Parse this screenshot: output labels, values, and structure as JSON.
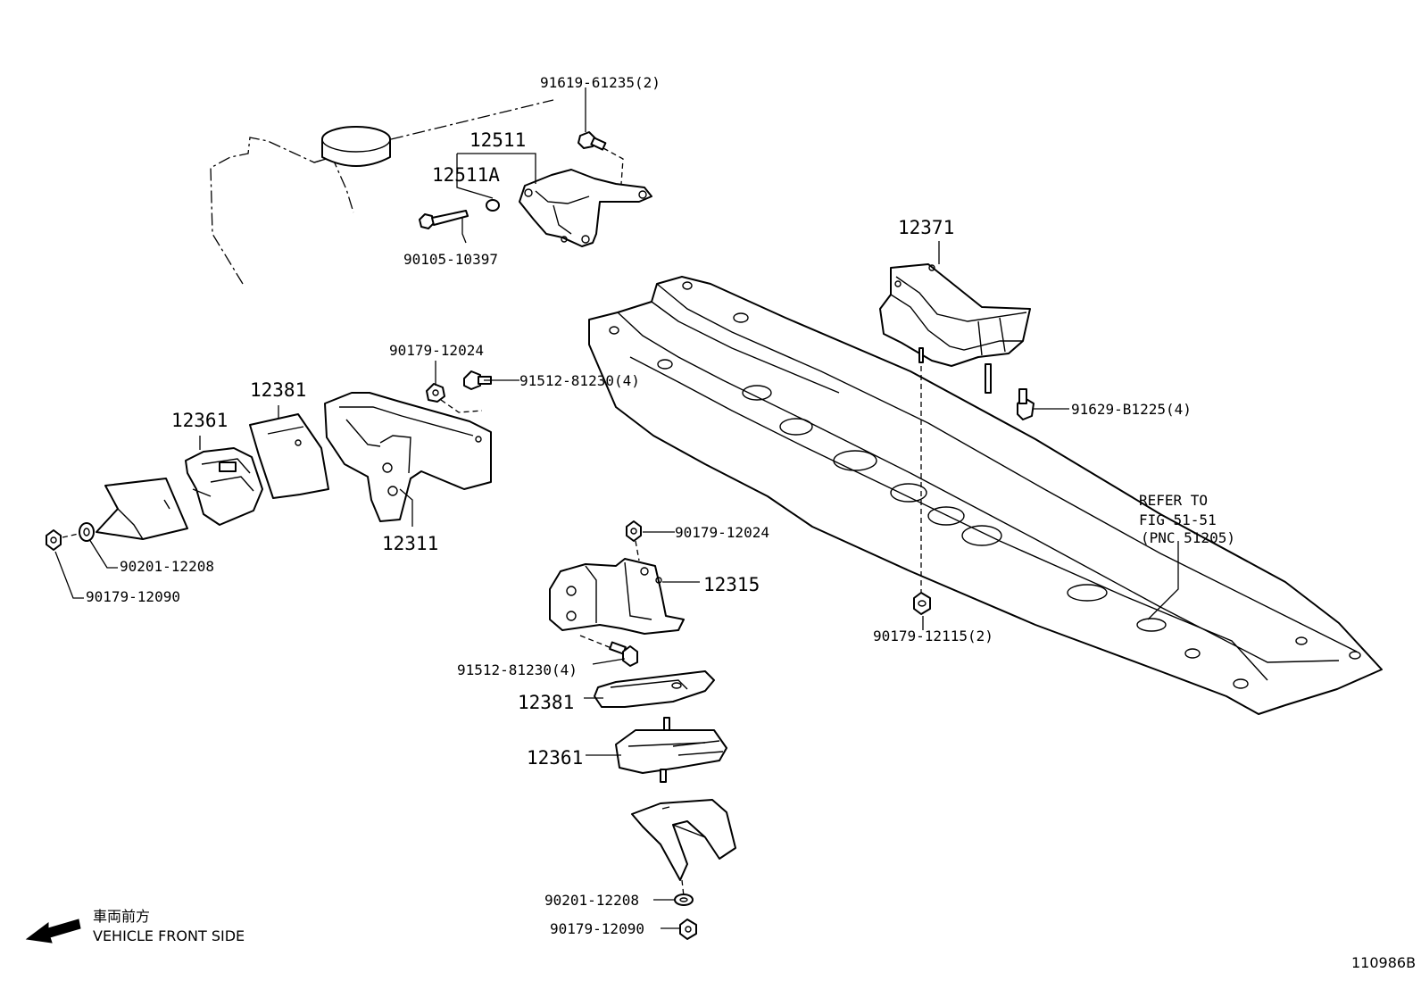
{
  "labels": {
    "l_91619": "91619-61235(2)",
    "l_12511": "12511",
    "l_12511a": "12511A",
    "l_90105": "90105-10397",
    "l_12371": "12371",
    "l_90179_12024_top": "90179-12024",
    "l_91512_top": "91512-81230(4)",
    "l_12381_left": "12381",
    "l_12361_left": "12361",
    "l_12311": "12311",
    "l_90201_left": "90201-12208",
    "l_90179_12090_left": "90179-12090",
    "l_91629": "91629-B1225(4)",
    "l_refer_1": "REFER TO",
    "l_refer_2": "FIG 51-51",
    "l_refer_3": "(PNC 51205)",
    "l_90179_12024_mid": "90179-12024",
    "l_12315": "12315",
    "l_90179_12115": "90179-12115(2)",
    "l_91512_mid": "91512-81230(4)",
    "l_12381_mid": "12381",
    "l_12361_mid": "12361",
    "l_90201_bottom": "90201-12208",
    "l_90179_12090_bottom": "90179-12090",
    "front_jp": "車両前方",
    "front_en": "VEHICLE FRONT SIDE",
    "figure_id": "110986B"
  },
  "icons": {
    "front_arrow": "arrow-left-icon"
  }
}
